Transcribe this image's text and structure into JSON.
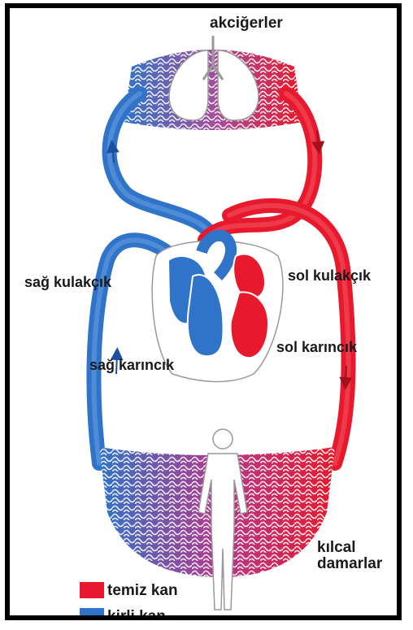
{
  "labels": {
    "lungs": "akciğerler",
    "right_atrium": "sağ kulakçık",
    "left_atrium": "sol kulakçık",
    "right_ventricle": "sağ karıncık",
    "left_ventricle": "sol karıncık",
    "capillaries_line1": "kılcal",
    "capillaries_line2": "damarlar"
  },
  "legend": [
    {
      "label": "temiz kan",
      "color": "#e8192c"
    },
    {
      "label": "kirli kan",
      "color": "#2f74c9"
    }
  ],
  "colors": {
    "oxygenated": "#e8192c",
    "deoxygenated": "#2f74c9",
    "mixed": "#a24f9d",
    "frame": "#000000"
  }
}
